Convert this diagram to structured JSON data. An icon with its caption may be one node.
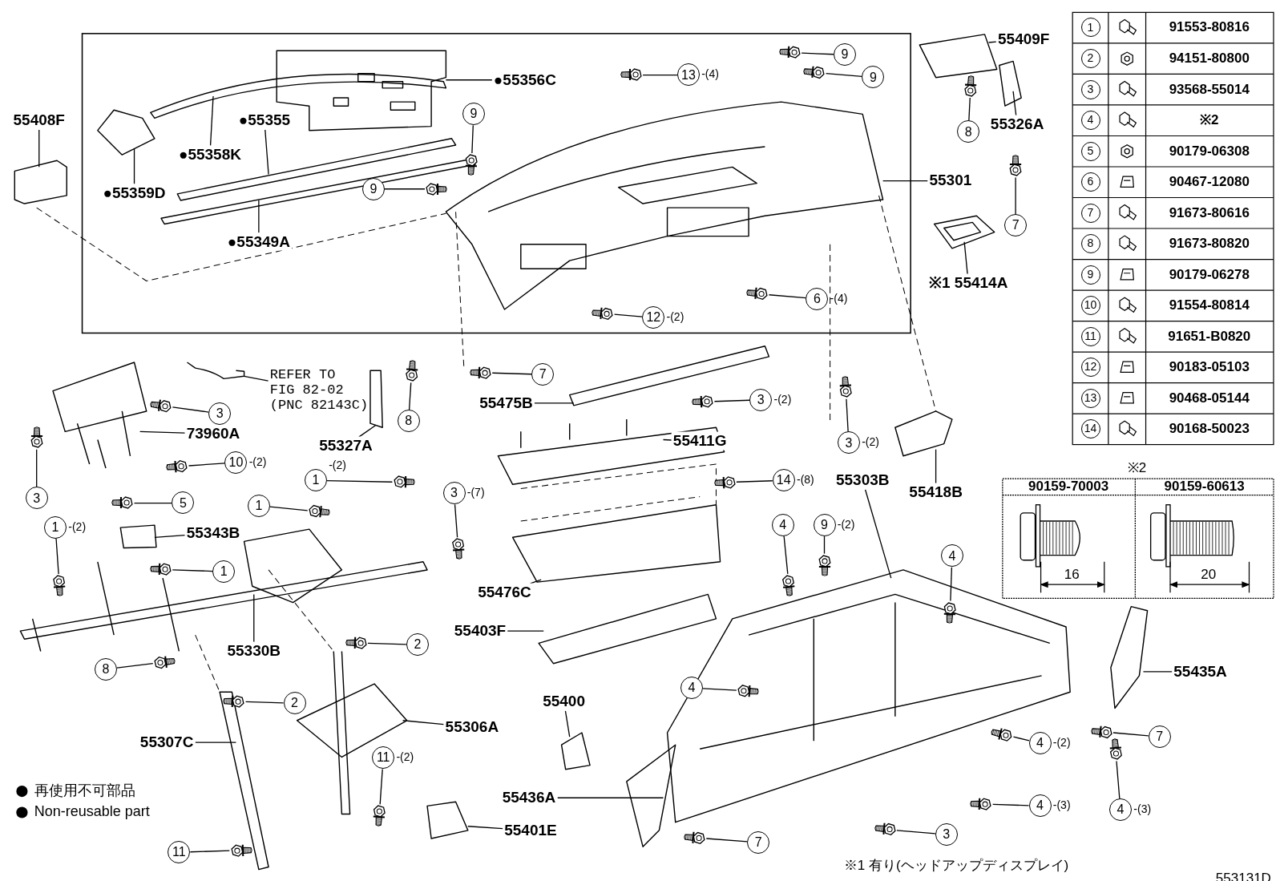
{
  "diagram": {
    "nodes": [
      {
        "text": [
          "55408F"
        ]
      },
      {
        "text": [
          "●55356C"
        ]
      },
      {
        "text": [
          "●55355"
        ]
      },
      {
        "text": [
          "●55358K"
        ]
      },
      {
        "text": [
          "●55359D"
        ]
      },
      {
        "text": [
          "●55349A"
        ]
      },
      {
        "text": [
          "55301"
        ]
      },
      {
        "text": [
          "55409F"
        ]
      },
      {
        "text": [
          "55326A"
        ]
      },
      {
        "text": [
          "※1 55414A"
        ]
      },
      {
        "text": [
          "REFER TO FIG 82-02 (PNC 82143C)"
        ]
      },
      {
        "text": [
          "55327A"
        ]
      },
      {
        "text": [
          "73960A"
        ]
      },
      {
        "text": [
          "55475B"
        ]
      },
      {
        "text": [
          "55411G"
        ]
      },
      {
        "text": [
          "55418B"
        ]
      },
      {
        "text": [
          "55343B"
        ]
      },
      {
        "text": [
          "55330B"
        ]
      },
      {
        "text": [
          "55476C"
        ]
      },
      {
        "text": [
          "55403F"
        ]
      },
      {
        "text": [
          "55303B"
        ]
      },
      {
        "text": [
          "55435A"
        ]
      },
      {
        "text": [
          "55400"
        ]
      },
      {
        "text": [
          "55306A"
        ]
      },
      {
        "text": [
          "55307C"
        ]
      },
      {
        "text": [
          "55436A"
        ]
      },
      {
        "text": [
          "55401E"
        ]
      },
      {
        "text": [
          "9"
        ]
      },
      {
        "text": [
          "9"
        ]
      },
      {
        "text": [
          "13"
        ],
        "beside": [
          "-(4)"
        ]
      },
      {
        "text": [
          "9"
        ]
      },
      {
        "text": [
          "9"
        ]
      },
      {
        "text": [
          "8"
        ]
      },
      {
        "text": [
          "7"
        ]
      },
      {
        "text": [
          "12"
        ],
        "beside": [
          "-(2)"
        ]
      },
      {
        "text": [
          "6"
        ],
        "beside": [
          "-(4)"
        ]
      },
      {
        "text": [
          "7"
        ]
      },
      {
        "text": [
          "3"
        ]
      },
      {
        "text": [
          "8"
        ]
      },
      {
        "text": [
          "3"
        ],
        "beside": [
          "-(2)"
        ]
      },
      {
        "text": [
          "10"
        ],
        "beside": [
          "-(2)"
        ]
      },
      {
        "text": [
          "3"
        ]
      },
      {
        "text": [
          "3"
        ],
        "beside": [
          "-(2)"
        ]
      },
      {
        "text": [
          "3"
        ],
        "beside": [
          "-(7)"
        ]
      },
      {
        "text": [
          "14"
        ],
        "beside": [
          "-(8)"
        ]
      },
      {
        "text": [
          "1"
        ],
        "beside": [
          "-(2)"
        ]
      },
      {
        "text": [
          "1"
        ]
      },
      {
        "text": [
          "5"
        ]
      },
      {
        "text": [
          "1"
        ]
      },
      {
        "text": [
          "1"
        ],
        "beside": [
          "-(2)"
        ]
      },
      {
        "text": [
          "4"
        ]
      },
      {
        "text": [
          "9"
        ],
        "beside": [
          "-(2)"
        ]
      },
      {
        "text": [
          "4"
        ]
      },
      {
        "text": [
          "8"
        ]
      },
      {
        "text": [
          "2"
        ]
      },
      {
        "text": [
          "2"
        ]
      },
      {
        "text": [
          "4"
        ]
      },
      {
        "text": [
          "11"
        ],
        "beside": [
          "-(2)"
        ]
      },
      {
        "text": [
          "4"
        ],
        "beside": [
          "-(2)"
        ]
      },
      {
        "text": [
          "7"
        ]
      },
      {
        "text": [
          "4"
        ],
        "beside": [
          "-(3)"
        ]
      },
      {
        "text": [
          "4"
        ],
        "beside": [
          "-(3)"
        ]
      },
      {
        "text": [
          "7"
        ]
      },
      {
        "text": [
          "3"
        ]
      },
      {
        "text": [
          "11"
        ]
      },
      {
        "text": [],
        "shape": "picture"
      },
      {
        "text": [],
        "shape": "picture"
      },
      {
        "text": [],
        "shape": "picture"
      },
      {
        "text": [],
        "shape": "picture"
      },
      {
        "text": [],
        "shape": "picture"
      },
      {
        "text": [],
        "shape": "picture"
      },
      {
        "text": [],
        "shape": "picture"
      },
      {
        "text": [],
        "shape": "picture"
      },
      {
        "text": [],
        "shape": "picture"
      },
      {
        "text": [],
        "shape": "picture"
      },
      {
        "text": [],
        "shape": "picture"
      },
      {
        "text": [],
        "shape": "picture"
      },
      {
        "text": [],
        "shape": "picture"
      },
      {
        "text": [],
        "shape": "picture"
      },
      {
        "text": [],
        "shape": "picture"
      },
      {
        "text": [],
        "shape": "picture"
      },
      {
        "text": [],
        "shape": "picture"
      },
      {
        "text": [],
        "shape": "picture"
      },
      {
        "text": [],
        "shape": "picture"
      },
      {
        "text": [],
        "shape": "picture"
      },
      {
        "text": [],
        "shape": "picture"
      },
      {
        "text": [],
        "shape": "picture"
      },
      {
        "text": [],
        "shape": "picture"
      },
      {
        "text": [],
        "shape": "picture"
      },
      {
        "text": [],
        "shape": "picture"
      },
      {
        "text": [],
        "shape": "picture"
      },
      {
        "text": [],
        "shape": "picture"
      },
      {
        "text": [],
        "shape": "picture"
      },
      {
        "text": [],
        "shape": "picture"
      },
      {
        "text": [],
        "shape": "picture"
      },
      {
        "text": [],
        "shape": "picture"
      },
      {
        "text": [],
        "shape": "picture"
      },
      {
        "text": [],
        "shape": "picture"
      },
      {
        "text": [],
        "shape": "picture"
      },
      {
        "text": [],
        "shape": "picture"
      },
      {
        "text": [],
        "shape": "picture"
      },
      {
        "text": [],
        "shape": "picture"
      },
      {
        "text": [],
        "shape": "picture"
      }
    ],
    "edges": [
      {
        "from": 0,
        "to": null,
        "arrow": "none"
      },
      {
        "from": 1,
        "to": null,
        "arrow": "none"
      },
      {
        "from": 2,
        "to": null,
        "arrow": "none"
      },
      {
        "from": 3,
        "to": null,
        "arrow": "none"
      },
      {
        "from": 4,
        "to": null,
        "arrow": "none"
      },
      {
        "from": 5,
        "to": null,
        "arrow": "none"
      },
      {
        "from": 6,
        "to": null,
        "arrow": "none"
      },
      {
        "from": 7,
        "to": null,
        "arrow": "none"
      },
      {
        "from": 8,
        "to": null,
        "arrow": "none"
      },
      {
        "from": 9,
        "to": null,
        "arrow": "none"
      },
      {
        "from": 10,
        "to": null,
        "arrow": "none"
      },
      {
        "from": 11,
        "to": null,
        "arrow": "none"
      },
      {
        "from": 12,
        "to": null,
        "arrow": "none"
      },
      {
        "from": 13,
        "to": null,
        "arrow": "none"
      },
      {
        "from": 14,
        "to": null,
        "arrow": "none"
      },
      {
        "from": 15,
        "to": null,
        "arrow": "none"
      },
      {
        "from": 16,
        "to": null,
        "arrow": "none"
      },
      {
        "from": 17,
        "to": null,
        "arrow": "none"
      },
      {
        "from": 18,
        "to": null,
        "arrow": "none"
      },
      {
        "from": 19,
        "to": null,
        "arrow": "none"
      },
      {
        "from": 20,
        "to": null,
        "arrow": "none"
      },
      {
        "from": 21,
        "to": null,
        "arrow": "none"
      },
      {
        "from": 22,
        "to": null,
        "arrow": "none"
      },
      {
        "from": 23,
        "to": null,
        "arrow": "none"
      },
      {
        "from": 24,
        "to": null,
        "arrow": "none"
      },
      {
        "from": 25,
        "to": null,
        "arrow": "none"
      },
      {
        "from": 26,
        "to": null,
        "arrow": "none"
      },
      {
        "from": 27,
        "to": 65,
        "arrow": "none"
      },
      {
        "from": 28,
        "to": 66,
        "arrow": "none"
      },
      {
        "from": 29,
        "to": 67,
        "arrow": "none"
      },
      {
        "from": 30,
        "to": 68,
        "arrow": "none"
      },
      {
        "from": 31,
        "to": 69,
        "arrow": "none"
      },
      {
        "from": 32,
        "to": 70,
        "arrow": "none"
      },
      {
        "from": 33,
        "to": 71,
        "arrow": "none"
      },
      {
        "from": 34,
        "to": 72,
        "arrow": "none"
      },
      {
        "from": 35,
        "to": 73,
        "arrow": "none"
      },
      {
        "from": 36,
        "to": 74,
        "arrow": "none"
      },
      {
        "from": 37,
        "to": 75,
        "arrow": "none"
      },
      {
        "from": 38,
        "to": 76,
        "arrow": "none"
      },
      {
        "from": 39,
        "to": 77,
        "arrow": "none"
      },
      {
        "from": 40,
        "to": 78,
        "arrow": "none"
      },
      {
        "from": 41,
        "to": 79,
        "arrow": "none"
      },
      {
        "from": 42,
        "to": 80,
        "arrow": "none"
      },
      {
        "from": 43,
        "to": 81,
        "arrow": "none"
      },
      {
        "from": 44,
        "to": 82,
        "arrow": "none"
      },
      {
        "from": 45,
        "to": 83,
        "arrow": "none"
      },
      {
        "from": 46,
        "to": 84,
        "arrow": "none"
      },
      {
        "from": 47,
        "to": 85,
        "arrow": "none"
      },
      {
        "from": 48,
        "to": 86,
        "arrow": "none"
      },
      {
        "from": 49,
        "to": 87,
        "arrow": "none"
      },
      {
        "from": 50,
        "to": 88,
        "arrow": "none"
      },
      {
        "from": 51,
        "to": 89,
        "arrow": "none"
      },
      {
        "from": 52,
        "to": 90,
        "arrow": "none"
      },
      {
        "from": 53,
        "to": 91,
        "arrow": "none"
      },
      {
        "from": 54,
        "to": 92,
        "arrow": "none"
      },
      {
        "from": 55,
        "to": 93,
        "arrow": "none"
      },
      {
        "from": 56,
        "to": 94,
        "arrow": "none"
      },
      {
        "from": 57,
        "to": 95,
        "arrow": "none"
      },
      {
        "from": 58,
        "to": 96,
        "arrow": "none"
      },
      {
        "from": 59,
        "to": 97,
        "arrow": "none"
      },
      {
        "from": 60,
        "to": 98,
        "arrow": "none"
      },
      {
        "from": 61,
        "to": 99,
        "arrow": "none"
      },
      {
        "from": 62,
        "to": 100,
        "arrow": "none"
      },
      {
        "from": 63,
        "to": 101,
        "arrow": "none"
      },
      {
        "from": 64,
        "to": 102,
        "arrow": "none"
      }
    ],
    "labels": [
      "1",
      "91553-80816",
      "2",
      "94151-80800",
      "3",
      "93568-55014",
      "4",
      "※2",
      "5",
      "90179-06308",
      "6",
      "90467-12080",
      "7",
      "91673-80616",
      "8",
      "91673-80820",
      "9",
      "90179-06278",
      "10",
      "91554-80814",
      "11",
      "91651-B0820",
      "12",
      "90183-05103",
      "13",
      "90468-05144",
      "14",
      "90168-50023",
      "※2",
      "90159-70003",
      "90159-60613",
      "16",
      "20",
      "※1 有り(ヘッドアップディスプレイ)",
      "553131D"
    ],
    "legend": [
      {
        "text": "再使用不可部品"
      },
      {
        "text": "Non-reusable part"
      }
    ]
  }
}
